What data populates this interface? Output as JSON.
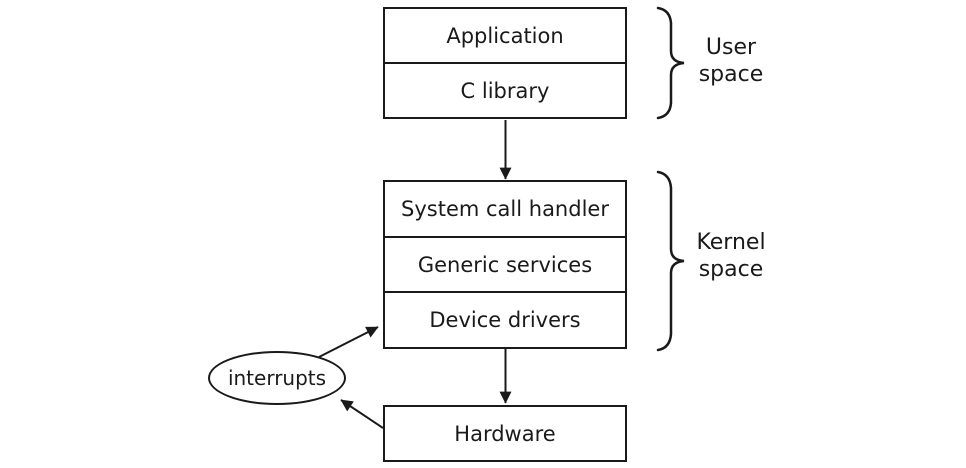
{
  "colors": {
    "ink": "#1a1a1a",
    "background": "#ffffff",
    "box_fill": "#ffffff"
  },
  "user_space": {
    "group_label": {
      "line1": "User",
      "line2": "space"
    },
    "boxes": [
      {
        "label": "Application"
      },
      {
        "label": "C library"
      }
    ]
  },
  "kernel_space": {
    "group_label": {
      "line1": "Kernel",
      "line2": "space"
    },
    "boxes": [
      {
        "label": "System call handler"
      },
      {
        "label": "Generic services"
      },
      {
        "label": "Device drivers"
      }
    ]
  },
  "hardware": {
    "label": "Hardware"
  },
  "interrupts": {
    "label": "interrupts"
  },
  "connections": [
    {
      "from": "C library",
      "to": "System call handler",
      "style": "arrow-down"
    },
    {
      "from": "Device drivers",
      "to": "Hardware",
      "style": "arrow-down"
    },
    {
      "from": "interrupts",
      "to": "Device drivers",
      "style": "arrow-diagonal"
    },
    {
      "from": "Hardware",
      "to": "interrupts",
      "style": "arrow-diagonal"
    }
  ]
}
